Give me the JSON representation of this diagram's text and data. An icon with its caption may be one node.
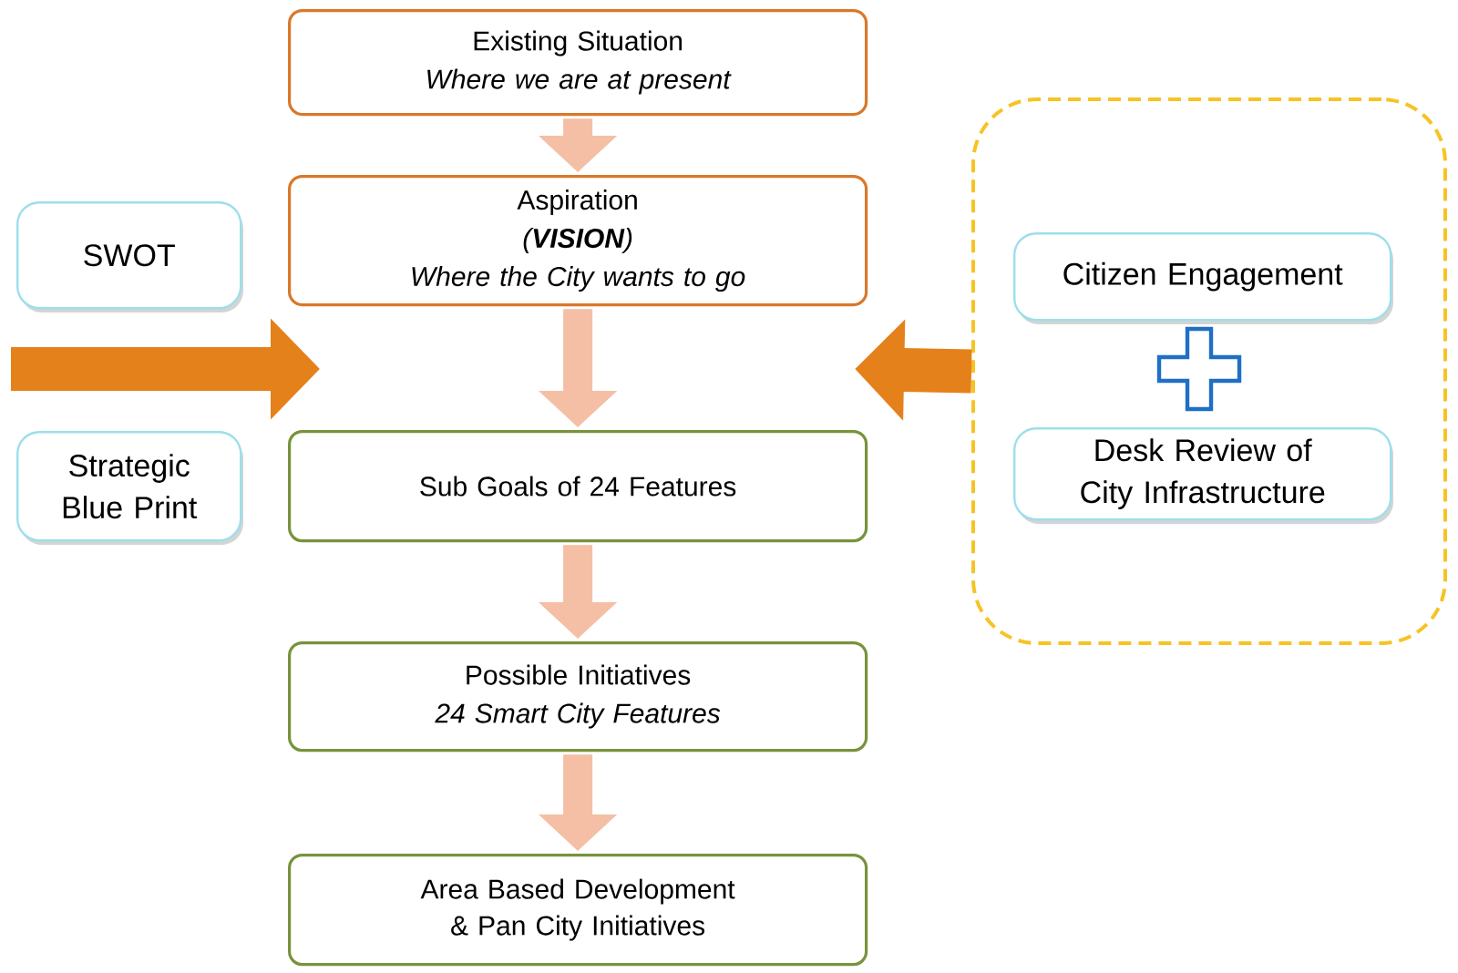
{
  "diagram": {
    "nodes": [
      {
        "text": [
          "Existing Situation",
          "Where we are at present"
        ]
      },
      {
        "text": [
          "Aspiration",
          "(**VISION**)",
          "Where the City wants to go"
        ]
      },
      {
        "text": [
          "Sub Goals of 24 Features"
        ]
      },
      {
        "text": [
          "Possible Initiatives",
          "24 Smart City Features"
        ]
      },
      {
        "text": [
          "Area Based Development & Pan City Initiatives"
        ]
      },
      {
        "text": [
          "SWOT"
        ]
      },
      {
        "text": [
          "Strategic Blue Print"
        ]
      },
      {
        "text": [],
        "shape": "box"
      },
      {
        "text": [
          "Citizen Engagement"
        ],
        "in": 7
      },
      {
        "text": [
          "Desk Review of City Infrastructure"
        ],
        "in": 7
      }
    ],
    "edges": [
      {
        "from": 0,
        "to": 1,
        "arrow": "to"
      },
      {
        "from": 1,
        "to": 2,
        "arrow": "to"
      },
      {
        "from": 2,
        "to": 3,
        "arrow": "to"
      },
      {
        "from": 3,
        "to": 4,
        "arrow": "to"
      },
      {
        "from": null,
        "to": 2,
        "arrow": "to",
        "color": "#e5811a"
      },
      {
        "from": 7,
        "to": 2,
        "arrow": "to",
        "color": "#e5811a"
      }
    ]
  }
}
